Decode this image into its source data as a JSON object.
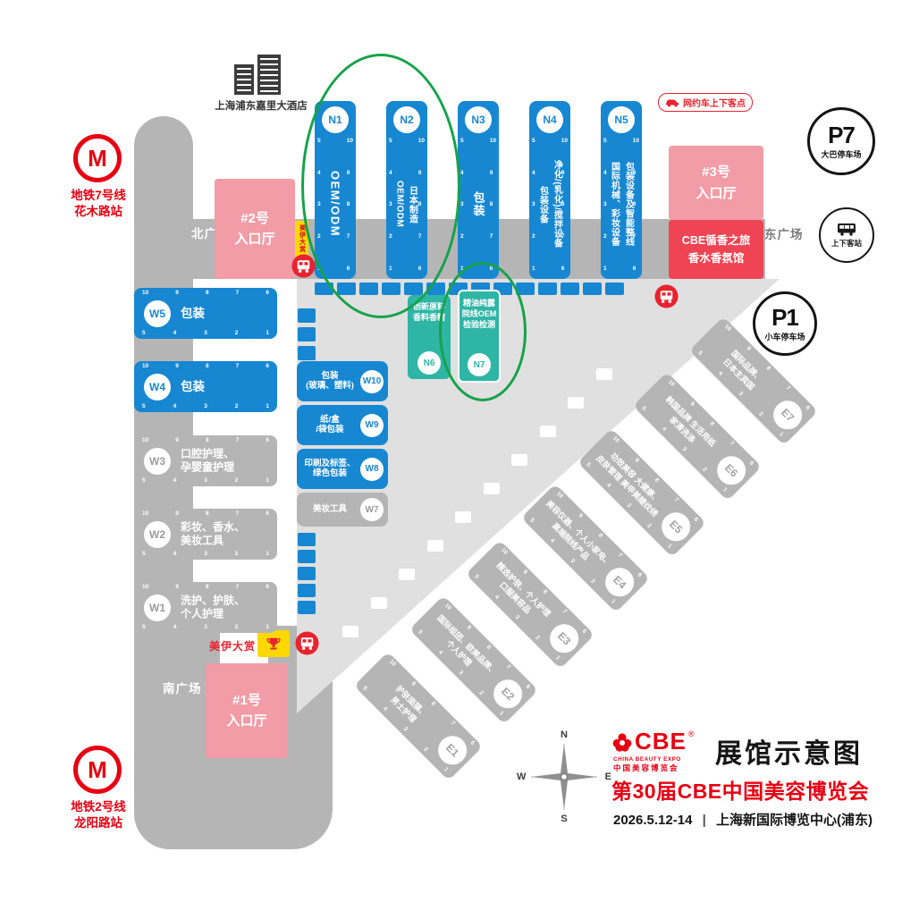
{
  "transport": {
    "hotel_label": "上海浦东嘉里大酒店",
    "metro_line7": {
      "line": "地铁7号线",
      "station": "花木路站"
    },
    "metro_line2": {
      "line": "地铁2号线",
      "station": "龙阳路站"
    },
    "metro_logo_letter": "M",
    "parking_p7": {
      "code": "P7",
      "label": "大巴停车场"
    },
    "parking_p1": {
      "code": "P1",
      "label": "小车停车场"
    },
    "pickup_station": "上下客站",
    "rideshare_point": "网约车上下客点"
  },
  "plazas": {
    "north": "北广场",
    "east": "东广场",
    "south": "南广场"
  },
  "entrances": {
    "no1": {
      "line1": "#1号",
      "line2": "入口厅"
    },
    "no2": {
      "line1": "#2号",
      "line2": "入口厅"
    },
    "no3": {
      "line1": "#3号",
      "line2": "入口厅"
    }
  },
  "special": {
    "fragrance": {
      "line1": "CBE循香之旅",
      "line2": "香水香氛馆"
    },
    "beauty_award": "美伊大赏"
  },
  "halls": {
    "north": [
      {
        "code": "N1",
        "columns": [
          "OEM/ODM"
        ]
      },
      {
        "code": "N2",
        "columns": [
          "OEM/ODM",
          "日本制造"
        ]
      },
      {
        "code": "N3",
        "columns": [
          "包装"
        ]
      },
      {
        "code": "N4",
        "columns": [
          "包装设备",
          "净化/(乳化)/搅拌设备"
        ]
      },
      {
        "code": "N5",
        "columns": [
          "国际机械、彩妆设备",
          "包装设备及智能整线"
        ]
      }
    ],
    "north_small": [
      {
        "code": "N6",
        "lines": [
          "创新原料",
          "香料香精"
        ],
        "highlighted": false
      },
      {
        "code": "N7",
        "lines": [
          "精油纯露",
          "院线OEM",
          "检验检测"
        ],
        "highlighted": true
      }
    ],
    "west": [
      {
        "code": "W5",
        "lines": [
          "包装"
        ],
        "style": "blue"
      },
      {
        "code": "W4",
        "lines": [
          "包装"
        ],
        "style": "blue"
      },
      {
        "code": "W3",
        "lines": [
          "口腔护理、",
          "孕婴童护理"
        ],
        "style": "gray"
      },
      {
        "code": "W2",
        "lines": [
          "彩妆、香水、",
          "美妆工具"
        ],
        "style": "gray"
      },
      {
        "code": "W1",
        "lines": [
          "洗护、护肤、",
          "个人护理"
        ],
        "style": "gray"
      }
    ],
    "west_small": [
      {
        "code": "W10",
        "lines": [
          "包装",
          "(玻璃、塑料)"
        ],
        "style": "blue"
      },
      {
        "code": "W9",
        "lines": [
          "纸/盒",
          "/袋包装"
        ],
        "style": "blue"
      },
      {
        "code": "W8",
        "lines": [
          "印刷及标签、",
          "绿色包装"
        ],
        "style": "blue"
      },
      {
        "code": "W7",
        "lines": [
          "美妆工具"
        ],
        "style": "gray"
      }
    ],
    "east": [
      {
        "code": "E1",
        "lines": [
          "护肤面膜、",
          "男士护理"
        ]
      },
      {
        "code": "E2",
        "lines": [
          "国际组团、欧美品牌、",
          "个人护理"
        ]
      },
      {
        "code": "E3",
        "lines": [
          "精选护肤、个人护理",
          "口服美容品"
        ]
      },
      {
        "code": "E4",
        "lines": [
          "美容仪器、个人小家电、",
          "高端院线产品"
        ]
      },
      {
        "code": "E5",
        "lines": [
          "功效美容 大健康、",
          "皮肤管理 美甲美睫纹绣"
        ]
      },
      {
        "code": "E6",
        "lines": [
          "韩国品牌 生活用纸",
          "家清洗涤"
        ]
      },
      {
        "code": "E7",
        "lines": [
          "国际品牌、",
          "日本主宾国"
        ]
      }
    ]
  },
  "edge_numbers": {
    "primary": [
      "10",
      "9",
      "8",
      "7",
      "6"
    ],
    "secondary": [
      "5",
      "4",
      "3",
      "2",
      "1"
    ]
  },
  "compass": {
    "n": "N",
    "e": "E",
    "s": "S",
    "w": "W"
  },
  "legend": {
    "logo": {
      "brand": "CBE",
      "reg": "®",
      "en": "CHINA BEAUTY EXPO",
      "cn": "中国美容博览会"
    },
    "title": "展馆示意图",
    "expo": "第30届CBE中国美容博览会",
    "date": "2026.5.12-14",
    "separator": "|",
    "venue": "上海新国际博览中心(浦东)"
  },
  "colors": {
    "blue": "#1787d2",
    "teal": "#2eb5a5",
    "gray": "#b5b5b6",
    "inner": "#e0e0e0",
    "pink": "#f19ca6",
    "red": "#ef4453",
    "yellow": "#ffd800",
    "metro": "#e60012",
    "highlight": "#17a24b"
  }
}
